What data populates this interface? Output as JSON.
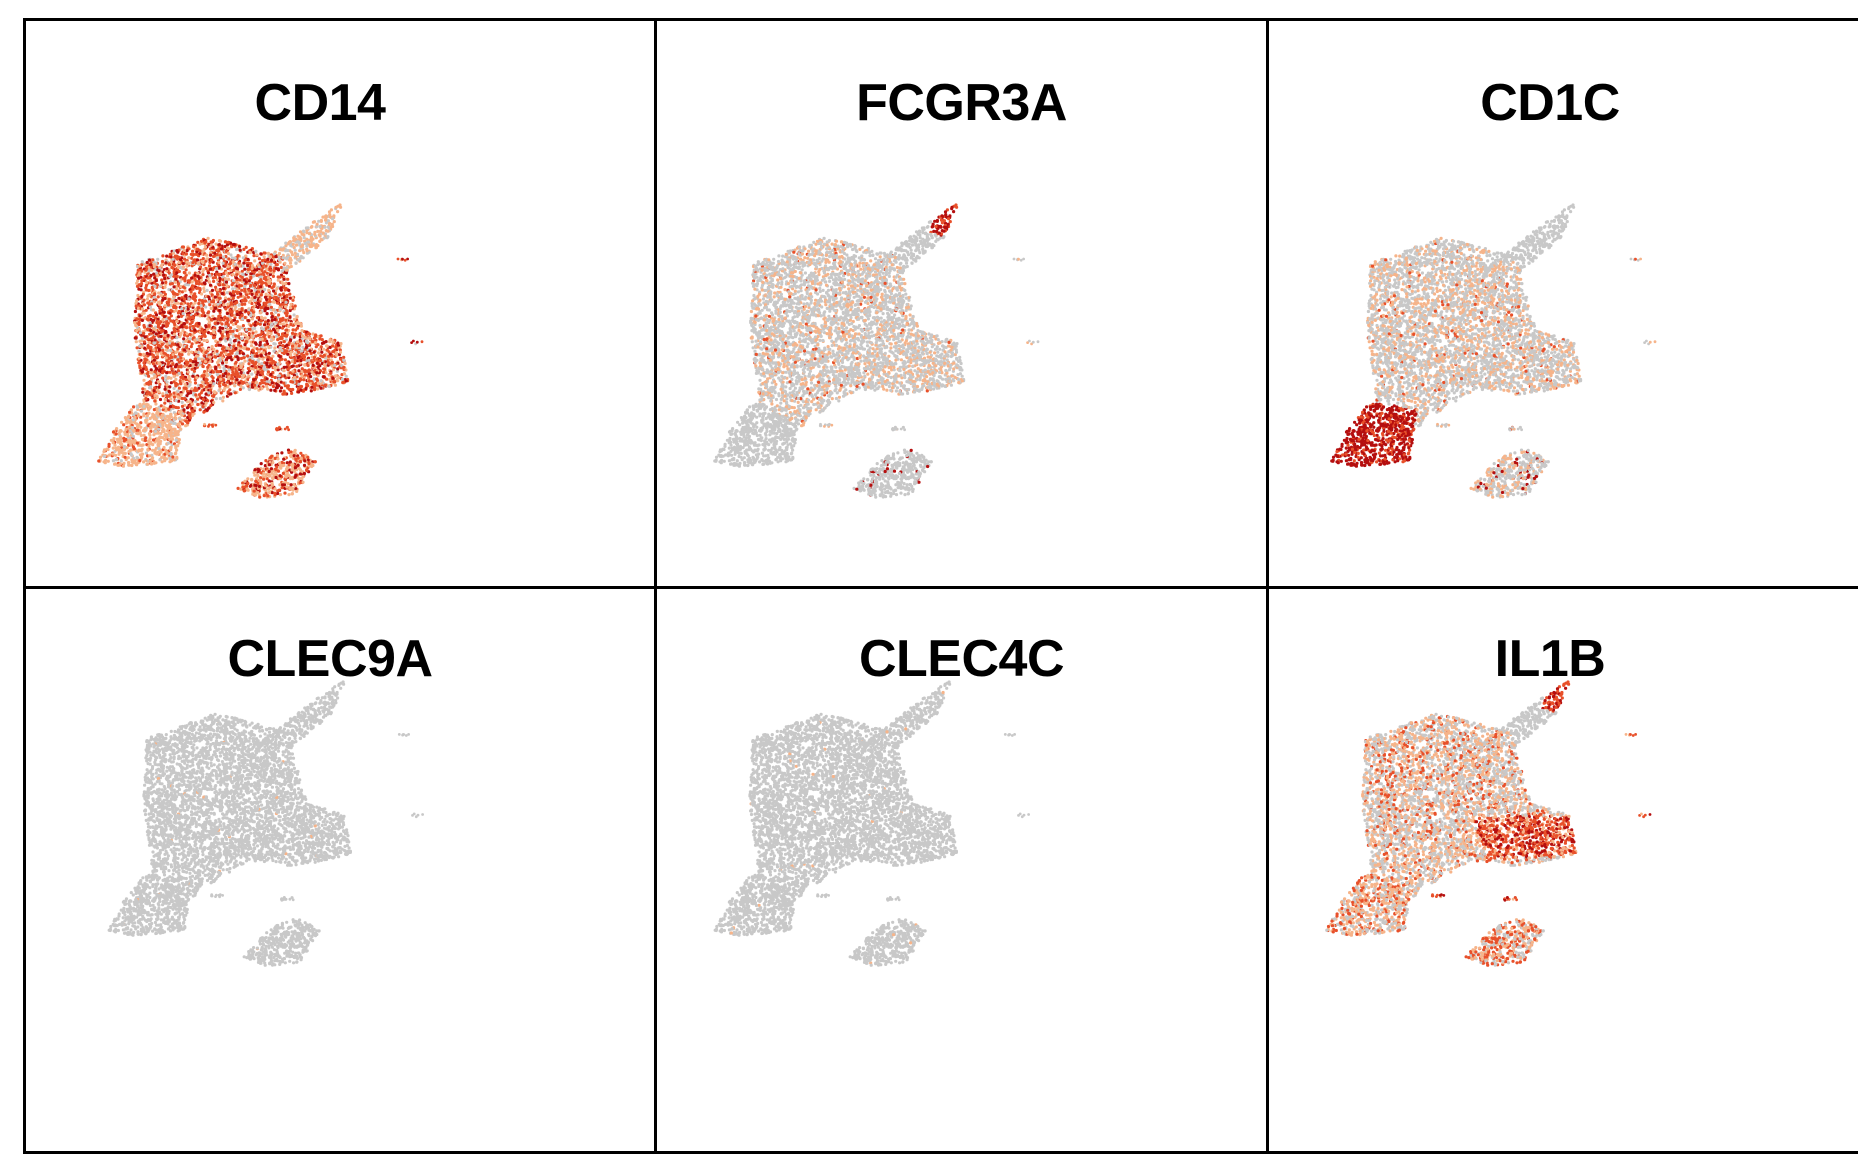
{
  "figure": {
    "panels": [
      {
        "gene": "CD14",
        "profile": "cd14"
      },
      {
        "gene": "FCGR3A",
        "profile": "fcgr3a"
      },
      {
        "gene": "CD1C",
        "profile": "cd1c"
      },
      {
        "gene": "CLEC9A",
        "profile": "clec9a"
      },
      {
        "gene": "CLEC4C",
        "profile": "clec4c"
      },
      {
        "gene": "IL1B",
        "profile": "il1b"
      }
    ],
    "colors": {
      "background_points": "#c8c8c8",
      "low": "#f6b48a",
      "mid": "#e8502a",
      "high": "#b50f0f"
    }
  }
}
